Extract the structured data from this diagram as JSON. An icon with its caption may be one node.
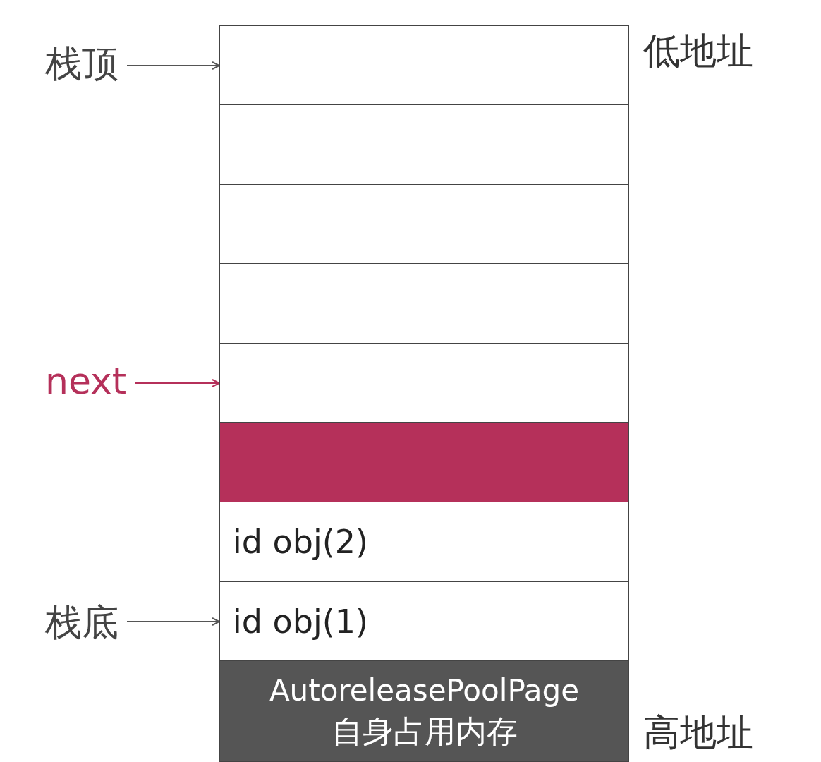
{
  "diagram": {
    "nodes": [
      {
        "text": [],
        "shape": "box"
      },
      {
        "text": [],
        "shape": "box"
      },
      {
        "text": [],
        "shape": "box"
      },
      {
        "text": [],
        "shape": "box"
      },
      {
        "text": [],
        "shape": "box"
      },
      {
        "text": [],
        "shape": "box"
      },
      {
        "text": [
          "id obj(2)"
        ]
      },
      {
        "text": [
          "id obj(1)"
        ]
      },
      {
        "text": [
          "AutoreleasePoolPage",
          "自身占用内存"
        ]
      },
      {
        "text": [
          "栈顶"
        ]
      },
      {
        "text": [
          "next"
        ]
      },
      {
        "text": [
          "栈底"
        ]
      }
    ],
    "edges": [
      {
        "from": 9,
        "to": 0,
        "arrow": "to"
      },
      {
        "from": 10,
        "to": 4,
        "arrow": "to",
        "color": "#b5305a"
      },
      {
        "from": 11,
        "to": 7,
        "arrow": "to"
      }
    ],
    "labels": [
      "低地址",
      "高地址"
    ]
  }
}
